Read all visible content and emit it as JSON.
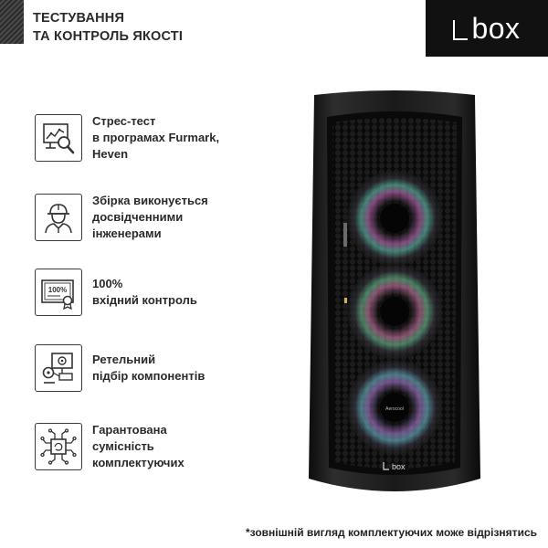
{
  "header": {
    "title_line1": "ТЕСТУВАННЯ",
    "title_line2": "ТА КОНТРОЛЬ ЯКОСТІ"
  },
  "brand": {
    "logo_text": "box",
    "case_label": "box",
    "fan_brand": "Aerocool"
  },
  "features": [
    {
      "icon": "stress-test-icon",
      "lines": [
        "Стрес-тест",
        "в програмах Furmark,",
        "Heven"
      ]
    },
    {
      "icon": "engineer-icon",
      "lines": [
        "Збірка виконується",
        "досвідченними",
        "інженерами"
      ]
    },
    {
      "icon": "certificate-icon",
      "lines": [
        "100%",
        "вхідний контроль"
      ]
    },
    {
      "icon": "component-selection-icon",
      "lines": [
        "Ретельний",
        "підбір компонентів"
      ]
    },
    {
      "icon": "chip-compatibility-icon",
      "lines": [
        "Гарантована",
        "сумісність",
        "комплектуючих"
      ]
    }
  ],
  "certificate_badge_text": "100%",
  "footnote": "*зовнішній вигляд комплектуючих може відрізнятись",
  "colors": {
    "text": "#2a2a2a",
    "logo_bg": "#111111",
    "case_body": "#1a1a1a"
  }
}
